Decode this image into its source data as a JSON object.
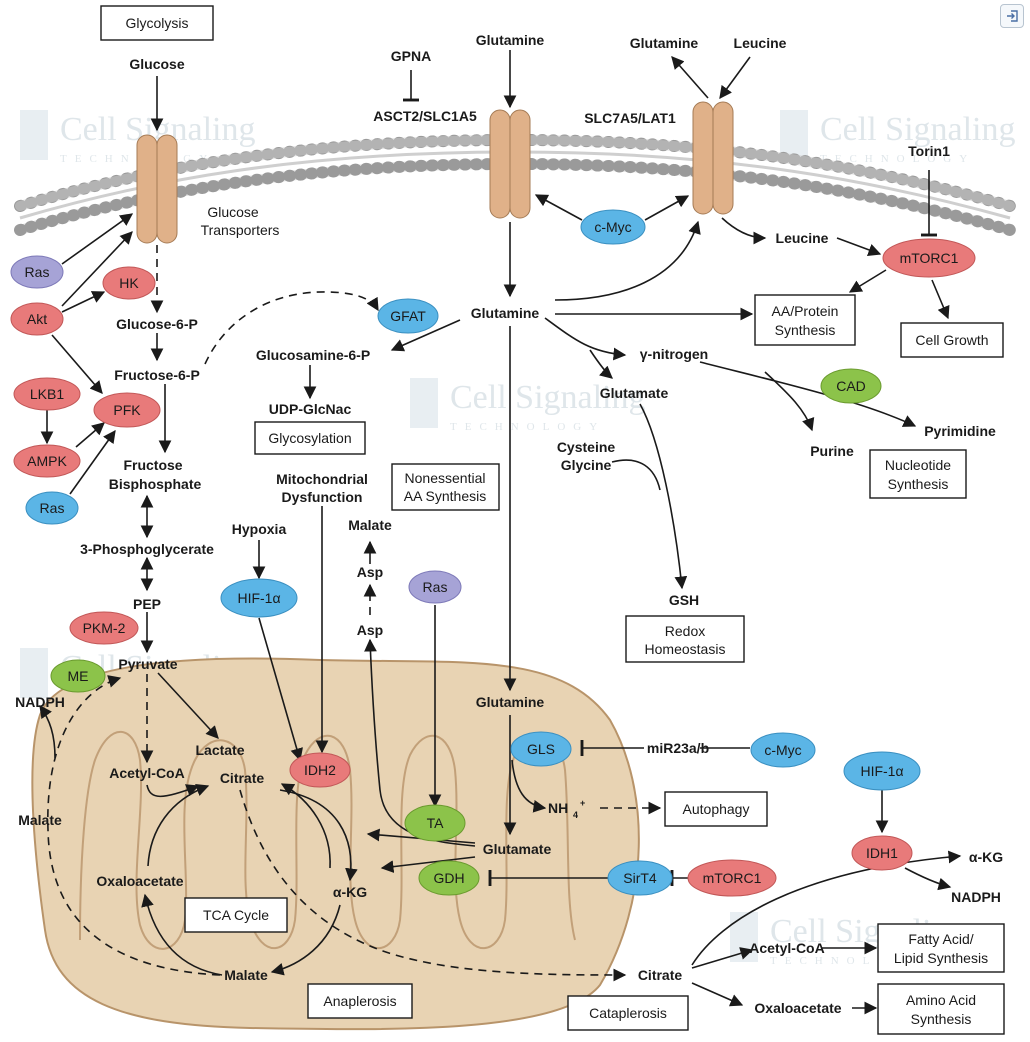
{
  "watermark": {
    "line1": "Cell Signaling",
    "line2": "TECHNOLOGY"
  },
  "corner_button": {
    "icon": "exit-icon"
  },
  "colors": {
    "red": "#e87a7a",
    "blue": "#5bb5e6",
    "green": "#8cc34a",
    "purple": "#a6a3d6",
    "mito": "#e8d3b3",
    "transporter": "#e0b189"
  },
  "boxes": {
    "glycolysis": "Glycolysis",
    "glycosylation": "Glycosylation",
    "aa_protein": [
      "AA/Protein",
      "Synthesis"
    ],
    "cell_growth": "Cell Growth",
    "nonessential": [
      "Nonessential",
      "AA Synthesis"
    ],
    "nucleotide": [
      "Nucleotide",
      "Synthesis"
    ],
    "redox": [
      "Redox",
      "Homeostasis"
    ],
    "autophagy": "Autophagy",
    "tca": "TCA Cycle",
    "anaplerosis": "Anaplerosis",
    "cataplerosis": "Cataplerosis",
    "fatty_acid": [
      "Fatty Acid/",
      "Lipid Synthesis"
    ],
    "amino_acid": [
      "Amino Acid",
      "Synthesis"
    ]
  },
  "nodes": {
    "ras1": "Ras",
    "akt": "Akt",
    "hk": "HK",
    "lkb1": "LKB1",
    "pfk": "PFK",
    "ampk": "AMPK",
    "ras2": "Ras",
    "gfat": "GFAT",
    "cmyc1": "c-Myc",
    "mtorc1_top": "mTORC1",
    "cad": "CAD",
    "hif1a_1": "HIF-1α",
    "pkm2": "PKM-2",
    "me": "ME",
    "idh2": "IDH2",
    "ras3": "Ras",
    "gls": "GLS",
    "cmyc2": "c-Myc",
    "hif1a_2": "HIF-1α",
    "ta": "TA",
    "gdh": "GDH",
    "sirt4": "SirT4",
    "mtorc1_bottom": "mTORC1",
    "idh1": "IDH1"
  },
  "labels": {
    "glucose": "Glucose",
    "glucose_transporters": [
      "Glucose",
      "Transporters"
    ],
    "glucose6p": "Glucose-6-P",
    "fructose6p": "Fructose-6-P",
    "fructose_bisphosphate": [
      "Fructose",
      "Bisphosphate"
    ],
    "pg3": "3-Phosphoglycerate",
    "pep": "PEP",
    "pyruvate": "Pyruvate",
    "nadph_left": "NADPH",
    "malate_left": "Malate",
    "gpna": "GPNA",
    "asct2": "ASCT2/SLC1A5",
    "glutamine_top": "Glutamine",
    "glutamine_out": "Glutamine",
    "leucine_in": "Leucine",
    "slc7a5": "SLC7A5/LAT1",
    "torin1": "Torin1",
    "leucine": "Leucine",
    "glutamine_mid": "Glutamine",
    "glucosamine6p": "Glucosamine-6-P",
    "udp_glcnac": "UDP-GlcNac",
    "gamma_nitrogen": "γ-nitrogen",
    "glutamate_cyto": "Glutamate",
    "cysteine_glycine": [
      "Cysteine",
      "Glycine"
    ],
    "purine": "Purine",
    "pyrimidine": "Pyrimidine",
    "gsh": "GSH",
    "mito_dysfunction": [
      "Mitochondrial",
      "Dysfunction"
    ],
    "hypoxia": "Hypoxia",
    "malate_cyto": "Malate",
    "asp_top": "Asp",
    "asp_bottom": "Asp",
    "glutamine_mito": "Glutamine",
    "mir23": "miR23a/b",
    "nh4": "NH",
    "nh4_sub": "4",
    "nh4_sup": "+",
    "lactate": "Lactate",
    "acetyl_coa_mito": "Acetyl-CoA",
    "citrate_mito": "Citrate",
    "oxaloacetate_mito": "Oxaloacetate",
    "akg_mito": "α-KG",
    "malate_mito": "Malate",
    "glutamate_mito": "Glutamate",
    "citrate_cyto": "Citrate",
    "akg_right": "α-KG",
    "nadph_right": "NADPH",
    "acetyl_coa_right": "Acetyl-CoA",
    "oxaloacetate_right": "Oxaloacetate"
  }
}
